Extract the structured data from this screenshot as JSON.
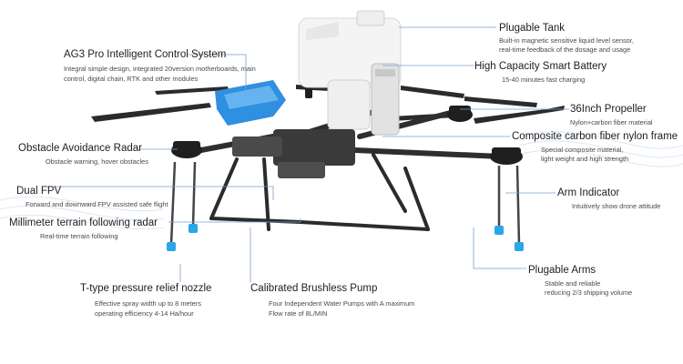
{
  "colors": {
    "line": "#7a9fd0",
    "frame": "#2e2e2e",
    "tank": "#f2f2f2",
    "controller": "#2f8fe0",
    "nozzle": "#2aa8e6"
  },
  "labels": {
    "tank": {
      "title": "Plugable Tank",
      "desc": [
        "Built-in magnetic sensitive liquid level sensor,",
        "real-time feedback of the dosage and usage"
      ]
    },
    "control": {
      "title": "AG3 Pro Intelligent Control System",
      "desc": [
        "Integral simple design, integrated 20version motherboards, main",
        "control, digital chain, RTK and other modules"
      ]
    },
    "battery": {
      "title": "High Capacity Smart Battery",
      "desc": [
        "15-40 minutes fast charging"
      ]
    },
    "propeller": {
      "title": "36Inch Propeller",
      "desc": [
        "Nylon+carbon fiber material"
      ]
    },
    "radar": {
      "title": "Obstacle Avoidance Radar",
      "desc": [
        "Obstacle warning, hover obstacles"
      ]
    },
    "frame": {
      "title": "Composite carbon fiber nylon frame",
      "desc": [
        "Special composite material,",
        "light weight and high strength"
      ]
    },
    "fpv": {
      "title": "Dual FPV",
      "desc": [
        "Forward and downward FPV assisted safe flight"
      ]
    },
    "arm_indicator": {
      "title": "Arm Indicator",
      "desc": [
        "Intuitively show drone attitude"
      ]
    },
    "terrain": {
      "title": "Millimeter terrain following radar",
      "desc": [
        "Real-time terrain following"
      ]
    },
    "arms": {
      "title": "Plugable Arms",
      "desc": [
        "Stable and reliable",
        "reducing 2/3 shipping volume"
      ]
    },
    "nozzle": {
      "title": "T-type pressure relief nozzle",
      "desc": [
        "Effective spray width up to 8 meters",
        "operating efficiency 4-14 Ha/hour"
      ]
    },
    "pump": {
      "title": "Calibrated Brushless Pump",
      "desc": [
        "Four Independent Water Pumps with A maximum",
        "Flow rate of 8L/MIN"
      ]
    }
  }
}
